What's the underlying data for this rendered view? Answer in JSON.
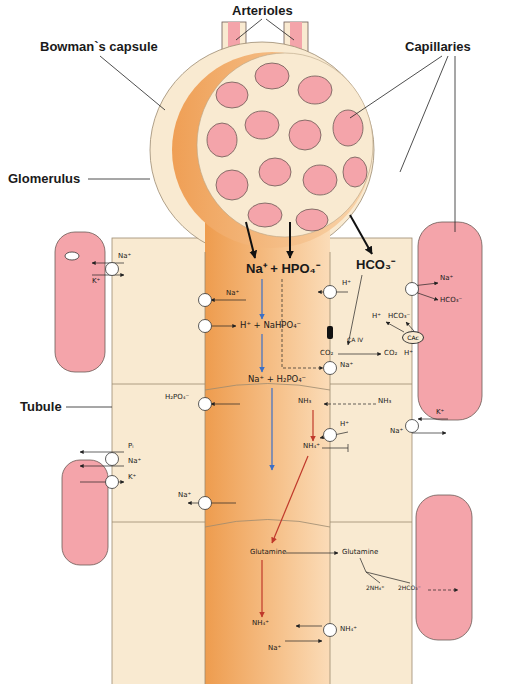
{
  "diagram": {
    "nodes": [
      {
        "text": [
          "CAc"
        ]
      }
    ],
    "labels": [
      "Arterioles",
      "Bowman`s capsule",
      "Capillaries",
      "Glomerulus",
      "Na⁺ + HPO₄⁻",
      "HCO₃⁻",
      "Na⁺",
      "K⁺",
      "Na⁺",
      "H⁺ + NaHPO₄⁻",
      "H⁺",
      "Na⁺",
      "HCO₃⁻",
      "H⁺",
      "HCO₃⁻",
      "CA IV",
      "CO₂",
      "CO₂",
      "H⁺",
      "Na⁺",
      "Na⁺ + H₂PO₄⁻",
      "H₂PO₄⁻",
      "NH₃",
      "NH₃",
      "K⁺",
      "H⁺",
      "Na⁺",
      "NH₄⁺",
      "Pᵢ",
      "Na⁺",
      "K⁺",
      "Na⁺",
      "Tubule",
      "Glutamine",
      "Glutamine",
      "2NH₄⁺",
      "2HCO₃⁻",
      "NH₄⁺",
      "NH₄⁺",
      "Na⁺"
    ]
  }
}
